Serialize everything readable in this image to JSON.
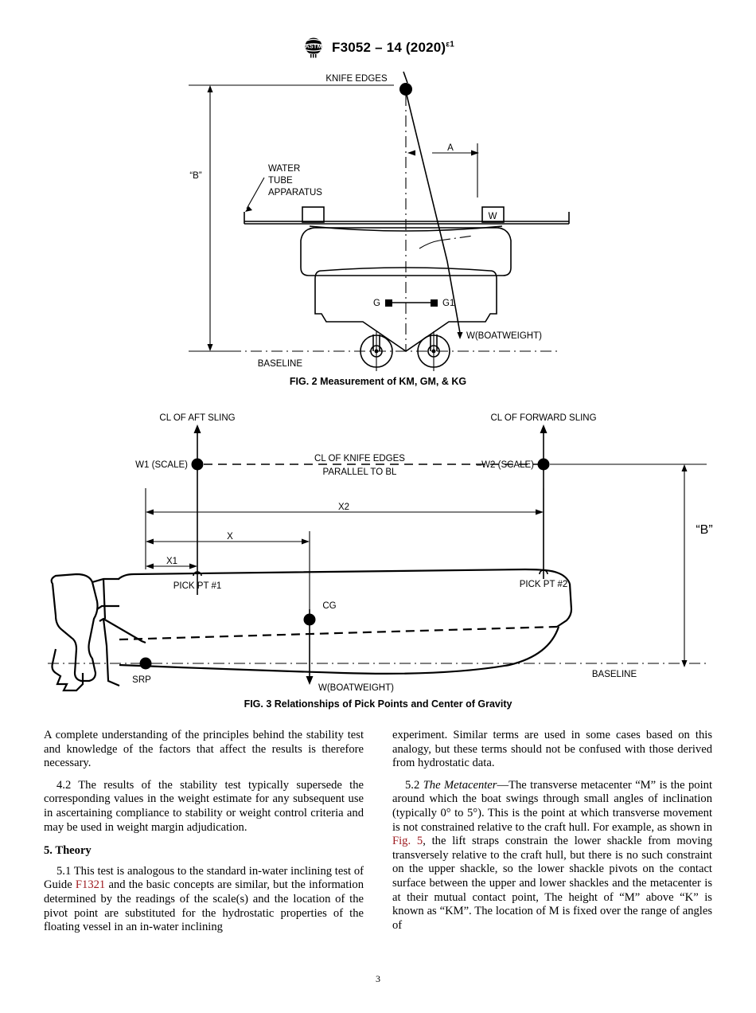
{
  "header": {
    "logo_icon": "astm-logo-icon",
    "designation": "F3052 – 14 (2020)",
    "superscript": "ε1"
  },
  "figure2": {
    "caption": "FIG. 2 Measurement of KM, GM, & KG",
    "labels": {
      "knife_edges": "KNIFE EDGES",
      "dim_b": "“B”",
      "water_tube": [
        "WATER",
        "TUBE",
        "APPARATUS"
      ],
      "dim_a": "A",
      "weight_box": "W",
      "g": "G",
      "g1": "G1",
      "boatweight": "W(BOATWEIGHT)",
      "baseline": "BASELINE"
    }
  },
  "figure3": {
    "caption": "FIG. 3 Relationships of Pick Points and Center of Gravity",
    "labels": {
      "cl_aft_sling": "CL OF AFT SLING",
      "cl_forward_sling": "CL OF FORWARD SLING",
      "w1_scale": "W1 (SCALE)",
      "w2_scale": "–W2 (SCALE)",
      "cl_knife_edges": "CL OF KNIFE EDGES",
      "parallel_to_bl": "PARALLEL TO BL",
      "dim_x2": "X2",
      "dim_x": "X",
      "dim_x1": "X1",
      "dim_b": "“B”",
      "pick_pt_1": "PICK PT #1",
      "pick_pt_2": "PICK PT #2",
      "cg": "CG",
      "srp": "SRP",
      "baseline": "BASELINE",
      "boatweight": "W(BOATWEIGHT)"
    }
  },
  "body": {
    "left_column": {
      "para_4_1_cont": "A complete understanding of the principles behind the stability test and knowledge of the factors that affect the results is therefore necessary.",
      "para_4_2": "4.2  The results of the stability test typically supersede the corresponding values in the weight estimate for any subsequent use in ascertaining compliance to stability or weight control criteria and may be used in weight margin adjudication.",
      "section_5_heading": "5.  Theory",
      "para_5_1_a": "5.1  This test is analogous to the standard in-water inclining test of Guide ",
      "para_5_1_link": "F1321",
      "para_5_1_b": " and the basic concepts are similar, but the information determined by the readings of the scale(s) and the location of the pivot point are substituted for the hydrostatic properties of the floating vessel in an in-water inclining"
    },
    "right_column": {
      "para_cont": "experiment. Similar terms are used in some cases based on this analogy, but these terms should not be confused with those derived from hydrostatic data.",
      "para_5_2_num": "5.2  ",
      "para_5_2_term": "The Metacenter",
      "para_5_2_a": "—The transverse metacenter “M” is the point around which the boat swings through small angles of inclination (typically 0° to 5°). This is the point at which transverse movement is not constrained relative to the craft hull. For example, as shown in ",
      "para_5_2_link": "Fig. 5",
      "para_5_2_b": ", the lift straps constrain the lower shackle from moving transversely relative to the craft hull, but there is no such constraint on the upper shackle, so the lower shackle pivots on the contact surface between the upper and lower shackles and the metacenter is at their mutual contact point, The height of “M” above “K” is known as “KM”. The location of M is fixed over the range of angles of"
    }
  },
  "footer": {
    "page_number": "3"
  },
  "colors": {
    "ink": "#000000",
    "xref": "#9e1b20",
    "background": "#ffffff"
  }
}
